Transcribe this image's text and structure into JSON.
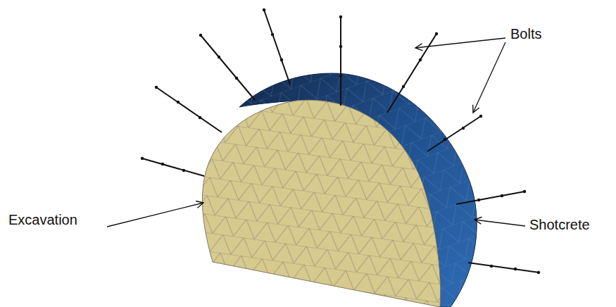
{
  "diagram": {
    "labels": [
      "Bolts",
      "Excavation",
      "Shotcrete"
    ]
  }
}
